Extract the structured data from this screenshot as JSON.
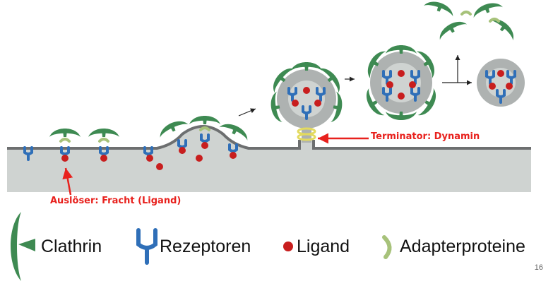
{
  "annotations": {
    "trigger": "Auslöser: Fracht (Ligand)",
    "terminator": "Terminator: Dynamin"
  },
  "legend": [
    {
      "icon": "clathrin-icon",
      "label": "Clathrin"
    },
    {
      "icon": "receptor-icon",
      "label": "Rezeptoren"
    },
    {
      "icon": "ligand-icon",
      "label": "Ligand"
    },
    {
      "icon": "adapter-protein-icon",
      "label": "Adapterproteine"
    }
  ],
  "slide_number": "16",
  "colors": {
    "clathrin": "#3e8a52",
    "receptor": "#2f6fb8",
    "ligand": "#c81e1e",
    "adapter": "#a7c27a",
    "membrane": "#cfd3d1",
    "membrane_line": "#6d6f70",
    "dynamin": "#e3da5e",
    "annotation": "#e8211d"
  }
}
